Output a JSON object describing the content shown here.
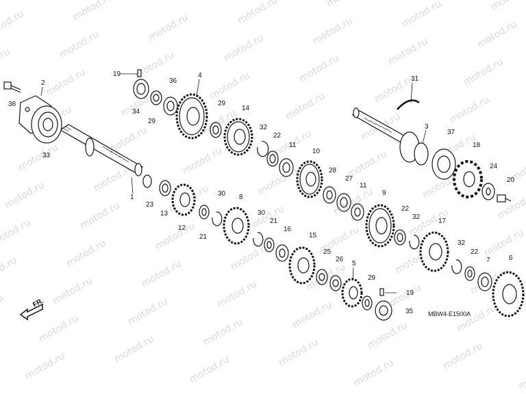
{
  "watermark_text": "motod.ru",
  "diagram_code": "MBW4-E1500A",
  "direction_label": "FR.",
  "parts": [
    "1",
    "2",
    "3",
    "4",
    "5",
    "6",
    "7",
    "8",
    "9",
    "10",
    "11",
    "11",
    "12",
    "13",
    "14",
    "15",
    "16",
    "17",
    "18",
    "19",
    "19",
    "20",
    "21",
    "21",
    "22",
    "22",
    "22",
    "23",
    "24",
    "25",
    "26",
    "27",
    "28",
    "29",
    "29",
    "29",
    "30",
    "30",
    "31",
    "32",
    "32",
    "32",
    "33",
    "34",
    "35",
    "36",
    "37",
    "38"
  ],
  "colors": {
    "line": "#111111",
    "watermark": "#d9d9d9",
    "background": "#ffffff"
  }
}
